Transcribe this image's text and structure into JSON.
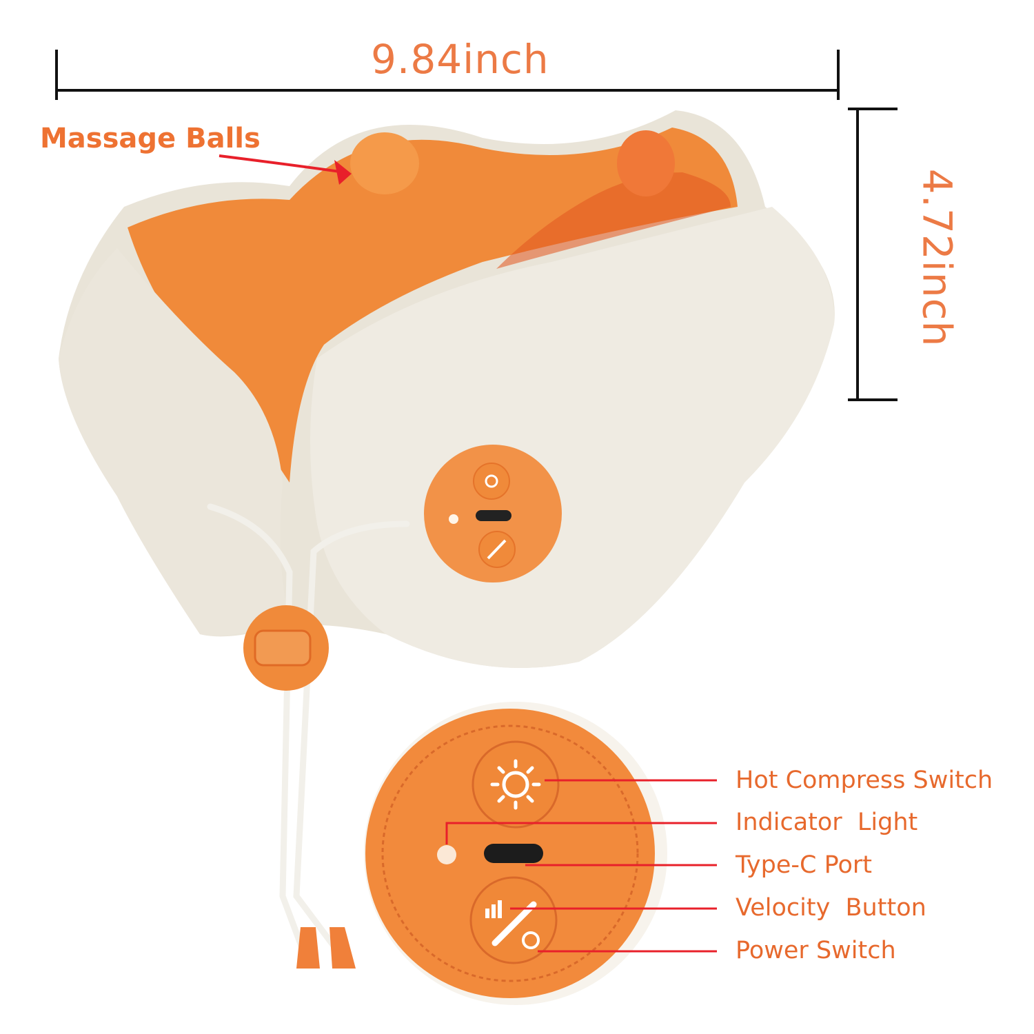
{
  "dimensions": {
    "width": "9.84inch",
    "height": "4.72inch"
  },
  "callouts": {
    "massage_balls": "Massage Balls"
  },
  "controls": [
    {
      "label": "Hot Compress Switch",
      "icon": "sun-icon"
    },
    {
      "label": "Indicator  Light",
      "icon": "led-icon"
    },
    {
      "label": "Type-C Port",
      "icon": "usb-c-icon"
    },
    {
      "label": "Velocity  Button",
      "icon": "speed-bars-icon"
    },
    {
      "label": "Power Switch",
      "icon": "power-icon"
    }
  ],
  "colors": {
    "accent": "#ec7a45",
    "leader": "#e8202a",
    "body": "#eeeae0",
    "orange": "#f08a3a"
  }
}
